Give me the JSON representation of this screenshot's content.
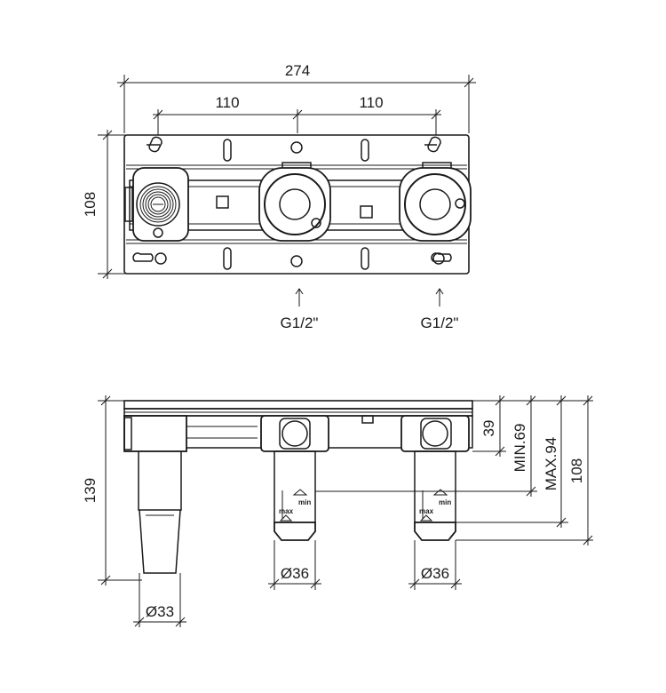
{
  "top_view": {
    "overall_width": "274",
    "spacing_left": "110",
    "spacing_right": "110",
    "height": "108",
    "connection_left": "G1/2\"",
    "connection_right": "G1/2\""
  },
  "side_view": {
    "total_depth": "139",
    "dim_39": "39",
    "dim_min": "MIN.69",
    "dim_max": "MAX.94",
    "dim_108": "108",
    "diameter_left": "Ø33",
    "diameter_mid": "Ø36",
    "diameter_right": "Ø36",
    "label_min": "min",
    "label_max": "max"
  }
}
